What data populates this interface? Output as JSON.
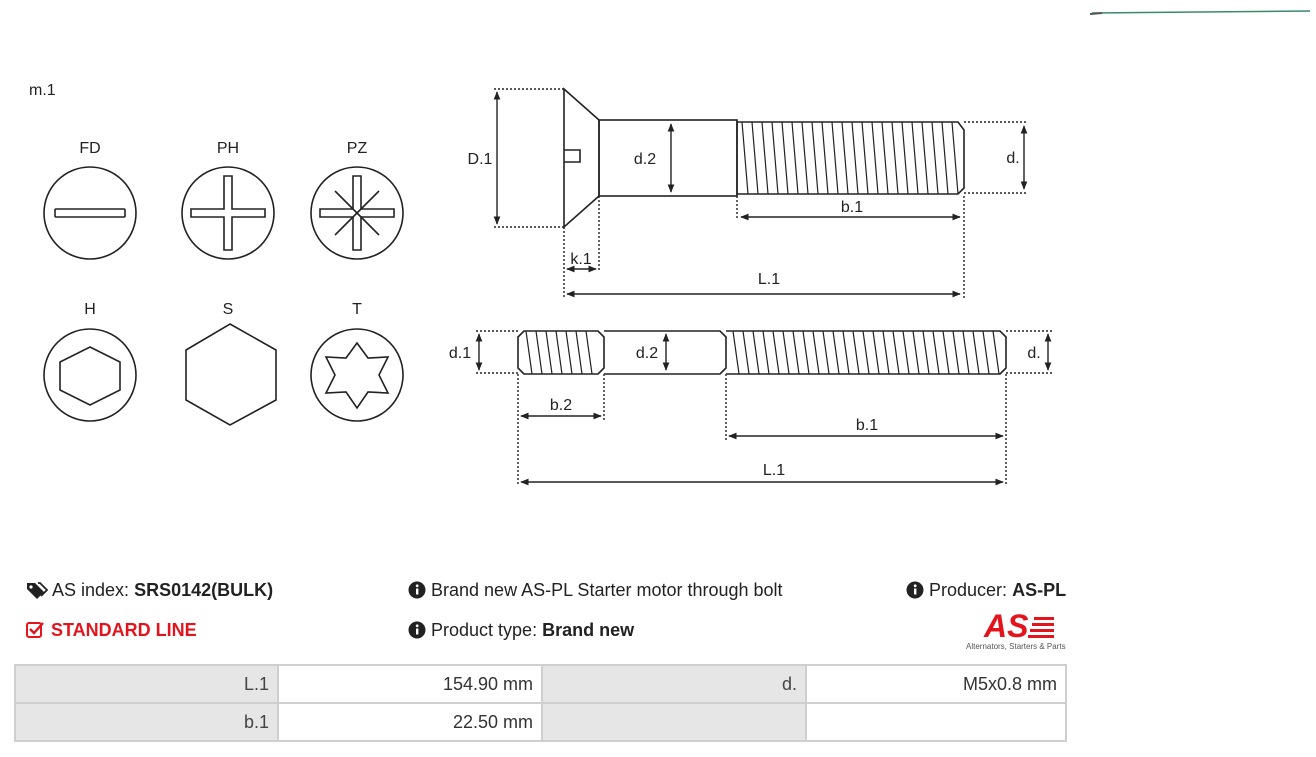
{
  "heads": {
    "m_label": "m.1",
    "types": [
      {
        "code": "FD",
        "icon": "slotted-drive-icon"
      },
      {
        "code": "PH",
        "icon": "phillips-drive-icon"
      },
      {
        "code": "PZ",
        "icon": "pozidriv-drive-icon"
      },
      {
        "code": "H",
        "icon": "hex-socket-drive-icon"
      },
      {
        "code": "S",
        "icon": "external-hex-head-icon"
      },
      {
        "code": "T",
        "icon": "torx-drive-icon"
      }
    ]
  },
  "bolt_top": {
    "labels": {
      "D1": "D.1",
      "d2": "d.2",
      "d": "d.",
      "b1": "b.1",
      "k1": "k.1",
      "L1": "L.1"
    }
  },
  "bolt_bottom": {
    "labels": {
      "d1": "d.1",
      "d2": "d.2",
      "d": "d.",
      "b2": "b.2",
      "b1": "b.1",
      "L1": "L.1"
    }
  },
  "info": {
    "index_label": "AS index:",
    "index_value": "SRS0142(BULK)",
    "line": "STANDARD LINE",
    "description": "Brand new AS-PL Starter motor through bolt",
    "product_type_label": "Product type:",
    "product_type_value": "Brand new",
    "producer_label": "Producer:",
    "producer_value": "AS-PL",
    "logo_text": "AS",
    "logo_tagline": "Alternators, Starters & Parts",
    "icons": {
      "index": "tags-icon",
      "line": "checkbox-icon",
      "info": "info-circle-icon"
    },
    "colors": {
      "accent": "#e3141c"
    }
  },
  "specs": [
    [
      "L.1",
      "154.90 mm",
      "d.",
      "M5x0.8 mm"
    ],
    [
      "b.1",
      "22.50 mm",
      "",
      ""
    ]
  ]
}
